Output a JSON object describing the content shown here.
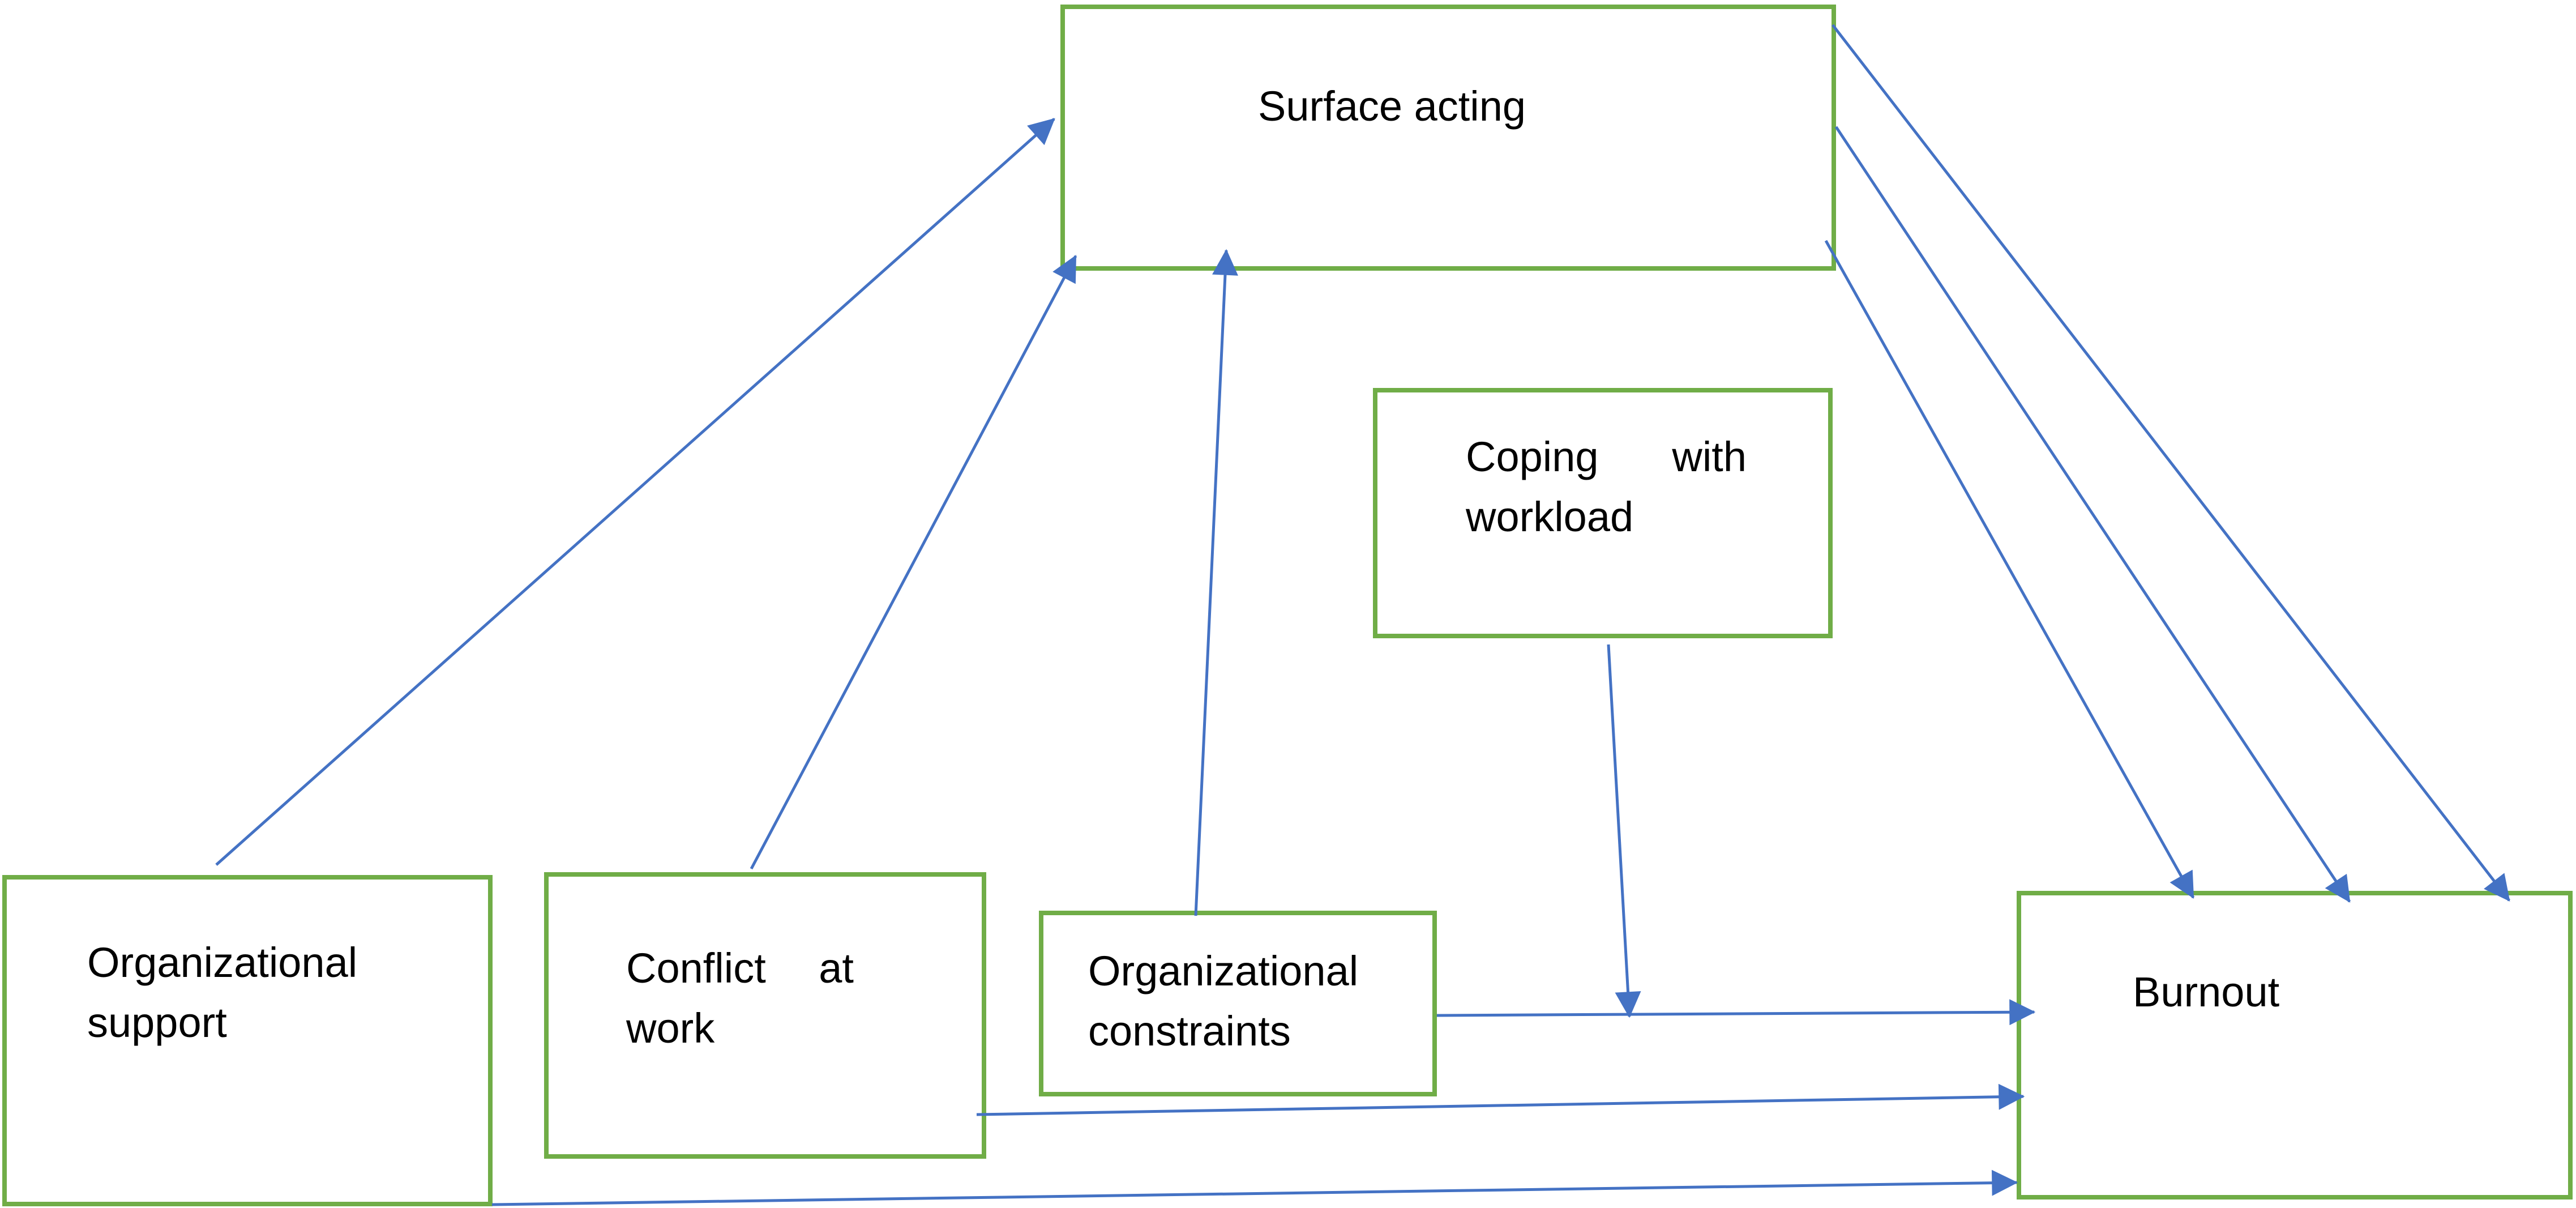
{
  "colors": {
    "box_border": "#70ad47",
    "arrow": "#4472c4",
    "text": "#000000",
    "background": "#ffffff"
  },
  "nodes": {
    "surface_acting": {
      "label": "Surface acting"
    },
    "coping_with_workload": {
      "label": "Coping with workload"
    },
    "organizational_support": {
      "label": "Organizational support"
    },
    "conflict_at_work": {
      "label": "Conflict at work"
    },
    "organizational_constraints": {
      "label": "Organizational constraints"
    },
    "burnout": {
      "label": "Burnout"
    }
  },
  "edges": [
    {
      "from": "Organizational support",
      "to": "Surface acting"
    },
    {
      "from": "Conflict at work",
      "to": "Surface acting"
    },
    {
      "from": "Organizational constraints",
      "to": "Surface acting"
    },
    {
      "from": "Surface acting",
      "to": "Burnout"
    },
    {
      "from": "Surface acting",
      "to": "Burnout"
    },
    {
      "from": "Surface acting",
      "to": "Burnout"
    },
    {
      "from": "Coping with workload",
      "to": "Organizational constraints → Burnout path"
    },
    {
      "from": "Organizational constraints",
      "to": "Burnout"
    },
    {
      "from": "Conflict at work",
      "to": "Burnout"
    },
    {
      "from": "Organizational support",
      "to": "Burnout"
    }
  ]
}
